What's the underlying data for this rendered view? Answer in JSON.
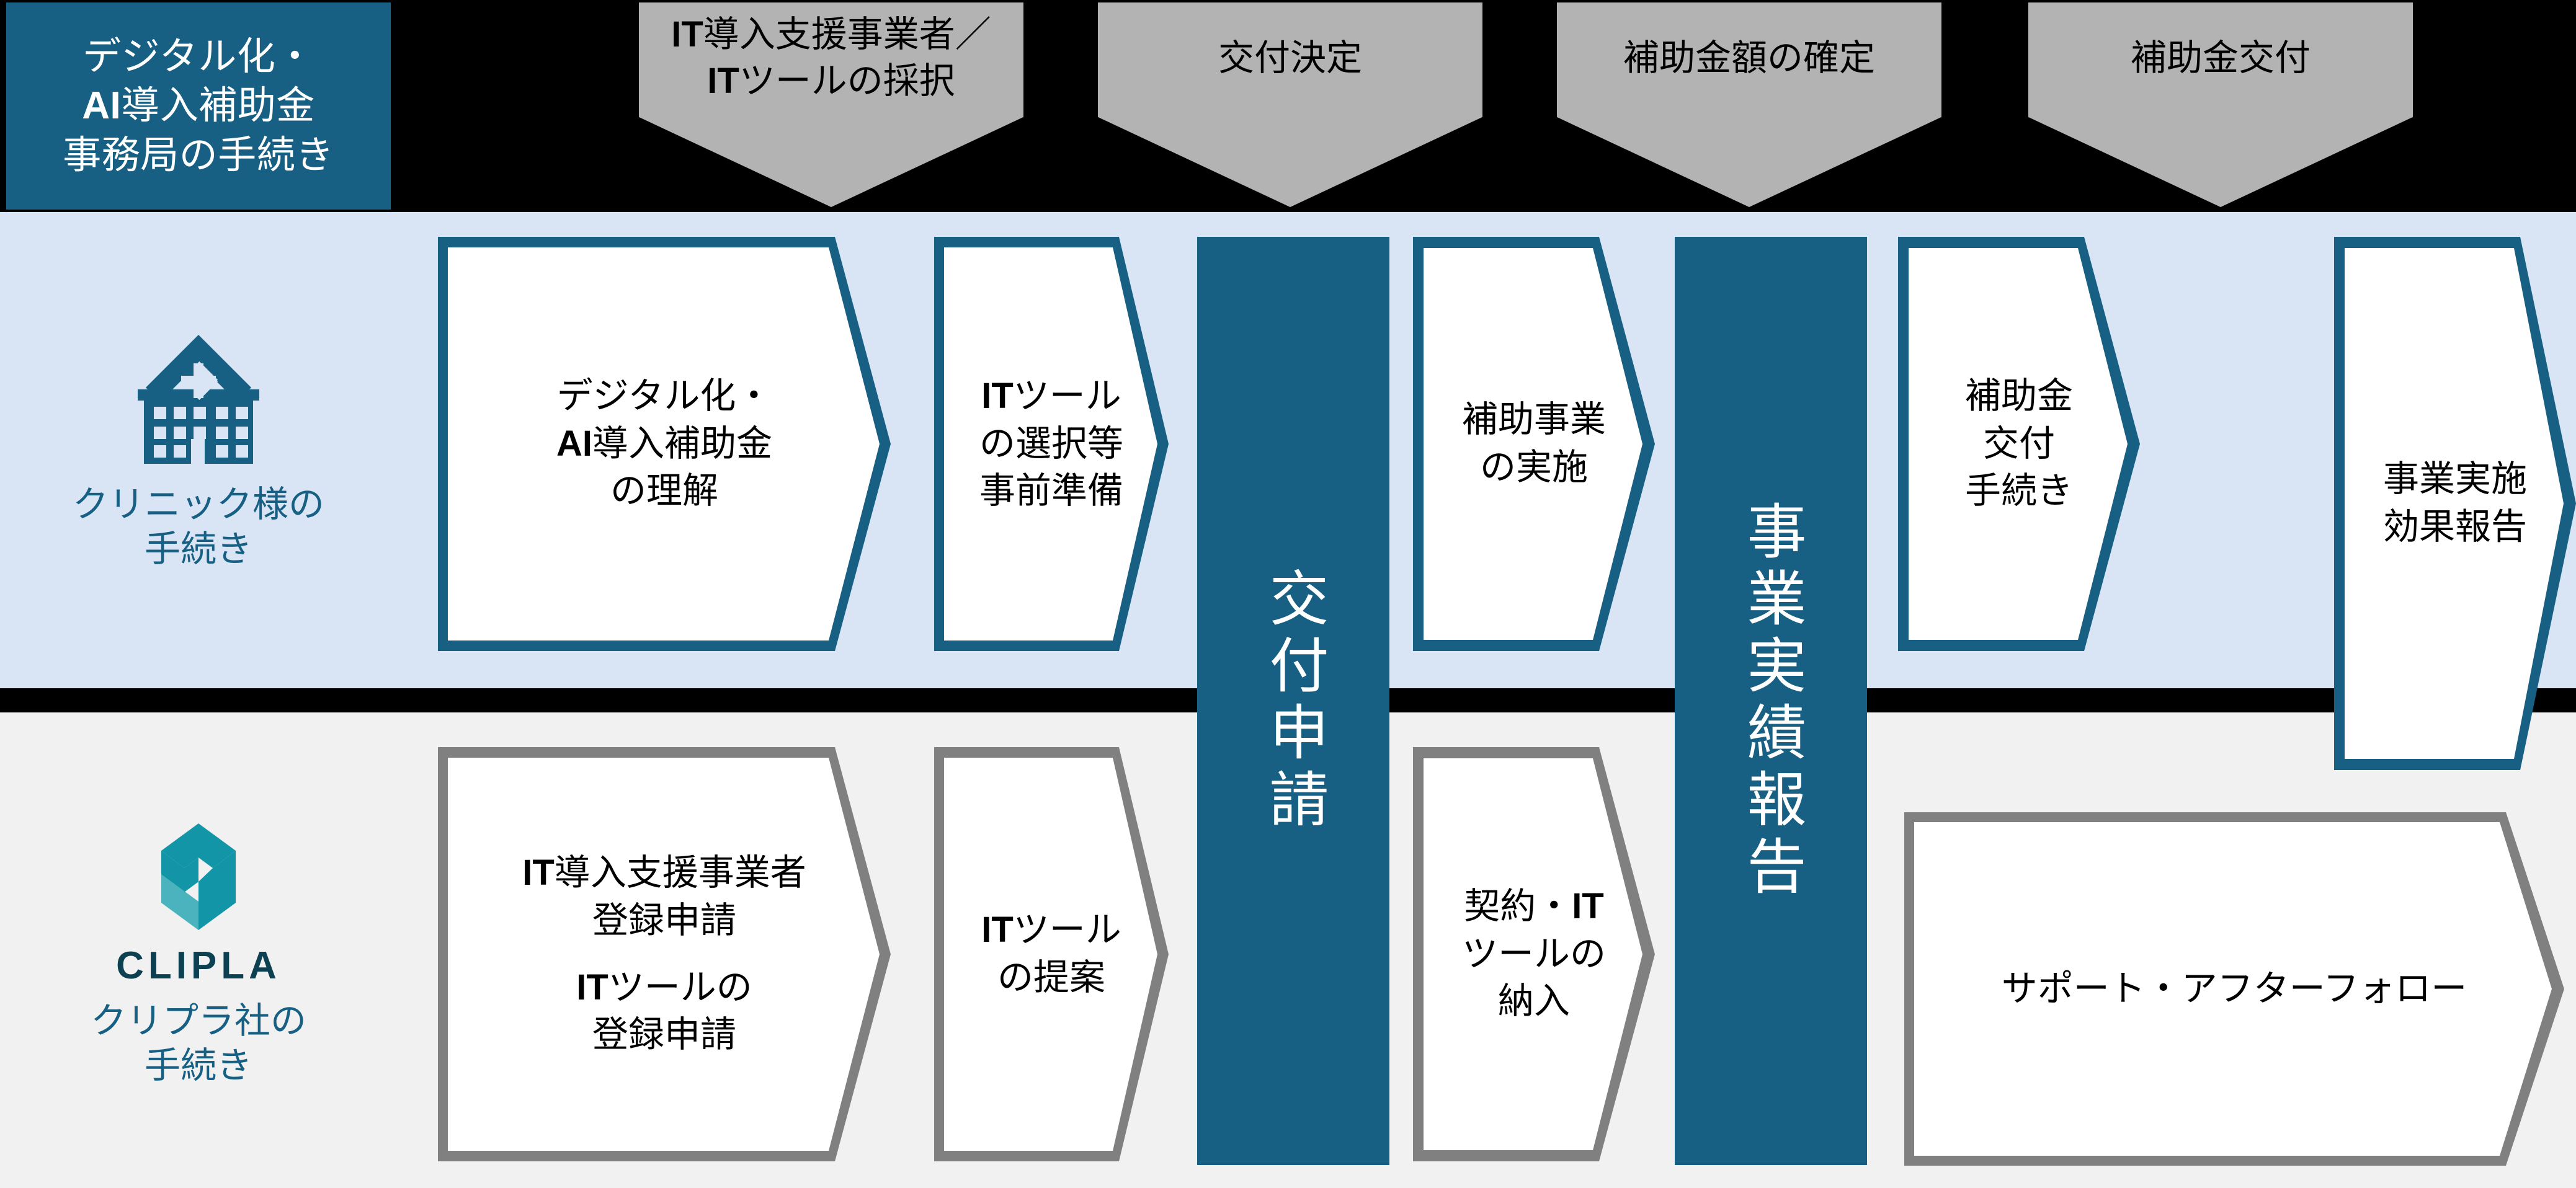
{
  "header": {
    "lines": [
      "デジタル化・",
      "AI導入補助金",
      "事務局の手続き"
    ],
    "bg": "#176084",
    "fg": "#ffffff"
  },
  "top_banners": [
    {
      "name": "it-vendor-adoption",
      "lines": [
        "IT導入支援事業者／",
        "ITツールの採択"
      ]
    },
    {
      "name": "grant-decision",
      "lines": [
        "交付決定"
      ]
    },
    {
      "name": "grant-amount-fixed",
      "lines": [
        "補助金額の確定"
      ]
    },
    {
      "name": "grant-payment",
      "lines": [
        "補助金交付"
      ]
    }
  ],
  "rows": {
    "clinic": {
      "caption": [
        "クリニック様の",
        "手続き"
      ],
      "bg": "#d9e4f5",
      "accent": "#176084",
      "icon": "hospital-icon",
      "steps": [
        {
          "name": "step-understand-subsidy",
          "lines": [
            "デジタル化・",
            "AI導入補助金",
            "の理解"
          ]
        },
        {
          "name": "step-tool-selection-prep",
          "lines": [
            "ITツール",
            "の選択等",
            "事前準備"
          ]
        },
        {
          "name": "step-implement-project",
          "lines": [
            "補助事業",
            "の実施"
          ]
        },
        {
          "name": "step-grant-payment-procedure",
          "lines": [
            "補助金",
            "交付",
            "手続き"
          ]
        },
        {
          "name": "step-effect-report",
          "lines": [
            "事業実施",
            "効果報告"
          ]
        }
      ]
    },
    "clipla": {
      "caption": [
        "クリプラ社の",
        "手続き"
      ],
      "wordmark": "CLIPLA",
      "bg": "#f1f1f1",
      "accent": "#808080",
      "icon": "clipla-logo",
      "steps": [
        {
          "name": "step-vendor-registration",
          "lines": [
            "IT導入支援事業者",
            "登録申請",
            "",
            "ITツールの",
            "登録申請"
          ]
        },
        {
          "name": "step-tool-proposal",
          "lines": [
            "ITツール",
            "の提案"
          ]
        },
        {
          "name": "step-contract-delivery",
          "lines": [
            "契約・IT",
            "ツールの",
            "納入"
          ]
        },
        {
          "name": "step-support-afterfollow",
          "lines": [
            "サポート・アフターフォロー"
          ]
        }
      ]
    }
  },
  "spanning_columns": [
    {
      "name": "column-grant-application",
      "text": "交付申請",
      "bg": "#176084",
      "fg": "#ffffff"
    },
    {
      "name": "column-performance-report",
      "text": "事業実績報告",
      "bg": "#176084",
      "fg": "#ffffff"
    }
  ],
  "colors": {
    "teal": "#176084",
    "banner_gray": "#b3b3b3",
    "row_blue": "#d9e4f5",
    "row_gray": "#f1f1f1",
    "outline_gray": "#808080",
    "logo_dark": "#0d4152",
    "logo_teal": "#1295a6",
    "logo_light": "#4bb3bd",
    "background": "#000000"
  }
}
